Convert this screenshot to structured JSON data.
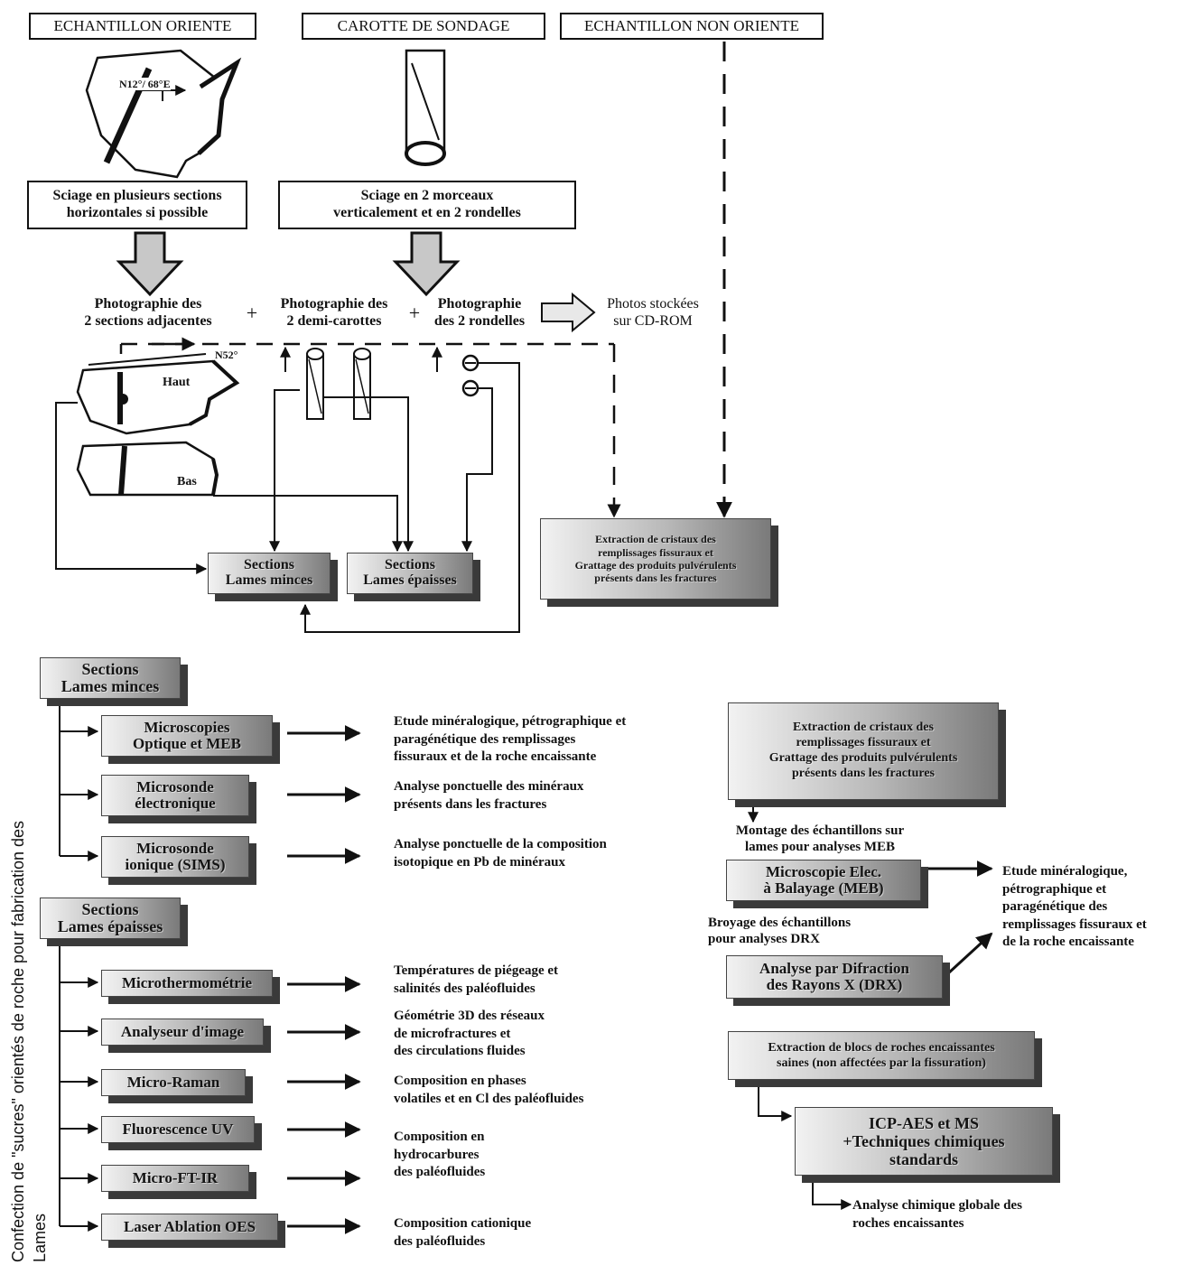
{
  "headers": {
    "oriented": "ECHANTILLON ORIENTE",
    "core": "CAROTTE DE SONDAGE",
    "non_oriented": "ECHANTILLON NON ORIENTE"
  },
  "orientation_label": "N12°/ 68°E",
  "steps": {
    "saw_sections": "Sciage en plusieurs sections\nhorizontales si possible",
    "saw_core": "Sciage en 2 morceaux\nverticalement et en 2 rondelles",
    "photo_sections": "Photographie des\n2 sections adjacentes",
    "photo_half_cores": "Photographie des\n2 demi-carottes",
    "photo_discs": "Photographie\ndes 2 rondelles",
    "photos_stored": "Photos stockées\nsur CD-ROM",
    "plus": "+"
  },
  "section_labels": {
    "north": "N52°",
    "top": "Haut",
    "bottom": "Bas"
  },
  "boxes": {
    "thin_sections": "Sections\nLames minces",
    "thick_sections": "Sections\nLames épaisses",
    "extraction": "Extraction de cristaux des\nremplissages fissuraux et\nGrattage des produits pulvérulents\nprésents dans les fractures"
  },
  "vertical_label": "Confection de \"sucres\" orientés de roche pour fabrication des\nLames",
  "thin_section_methods": [
    {
      "method": "Microscopies\nOptique et MEB",
      "description": "Etude minéralogique, pétrographique et\nparagénétique des remplissages\nfissuraux et de la roche encaissante"
    },
    {
      "method": "Microsonde\nélectronique",
      "description": "Analyse ponctuelle des minéraux\nprésents dans les fractures"
    },
    {
      "method": "Microsonde\nionique (SIMS)",
      "description": "Analyse ponctuelle de la composition\nisotopique en Pb de minéraux"
    }
  ],
  "thick_section_methods": [
    {
      "method": "Microthermométrie",
      "description": "Températures de piégeage et\nsalinités des paléofluides"
    },
    {
      "method": "Analyseur d'image",
      "description": "Géométrie 3D des réseaux\nde microfractures et\ndes circulations fluides"
    },
    {
      "method": "Micro-Raman",
      "description": "Composition en phases\nvolatiles et en Cl des paléofluides"
    },
    {
      "method": "Fluorescence UV",
      "description": "Composition en\nhydrocarbures\ndes paléofluides"
    },
    {
      "method": "Micro-FT-IR",
      "description": ""
    },
    {
      "method": "Laser Ablation OES",
      "description": "Composition cationique\n des paléofluides"
    }
  ],
  "right_column": {
    "mounting": "Montage des échantillons sur\nlames pour analyses MEB",
    "sem_box": "Microscopie Elec.\nà Balayage (MEB)",
    "sem_result": "Etude minéralogique,\npétrographique et\nparagénétique des\nremplissages fissuraux et\nde la roche encaissante",
    "grinding": "Broyage des échantillons\npour analyses DRX",
    "xrd_box": "Analyse par Difraction\ndes Rayons X (DRX)",
    "block_extraction": "Extraction de blocs de roches encaissantes\nsaines (non affectées par la fissuration)",
    "icp_box": "ICP-AES et MS\n+Techniques chimiques\nstandards",
    "chem_result": "Analyse chimique globale des\nroches encaissantes"
  },
  "colors": {
    "ink": "#111111",
    "box_shadow": "#3a3a3a",
    "arrow_fill": "#c8c8c8"
  }
}
